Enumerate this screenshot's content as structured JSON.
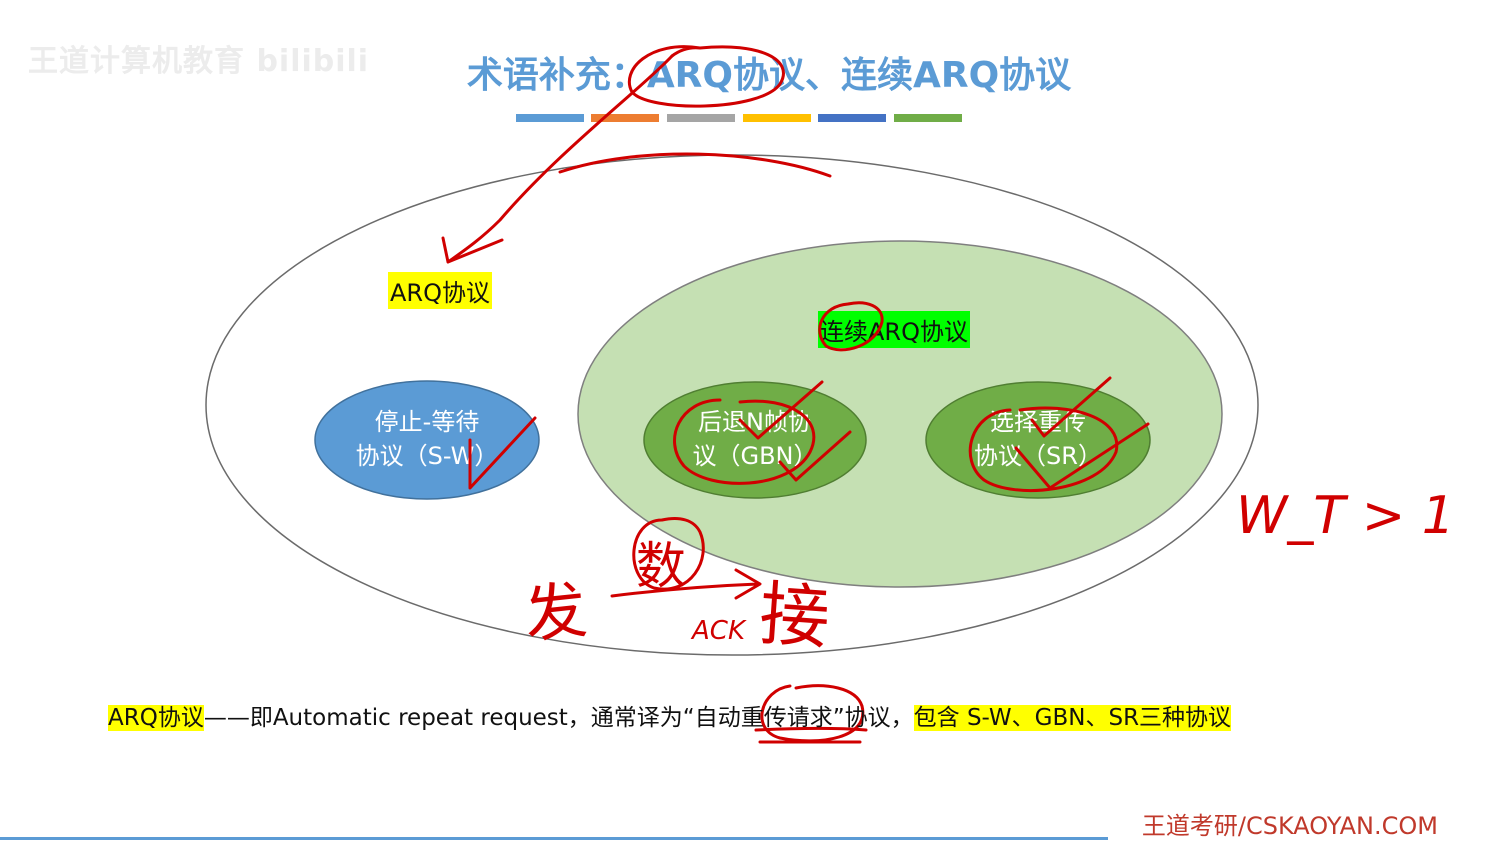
{
  "watermark": "王道计算机教育 bilibili",
  "title": "术语补充：ARQ协议、连续ARQ协议",
  "color_bars": [
    "#5b9bd5",
    "#ed7d31",
    "#a5a5a5",
    "#ffc000",
    "#4472c4",
    "#70ad47"
  ],
  "diagram": {
    "outer_label": "ARQ协议",
    "inner_label": "连续ARQ协议",
    "sw": {
      "line1": "停止-等待",
      "line2": "协议（S-W）"
    },
    "gbn": {
      "line1": "后退N帧协",
      "line2": "议（GBN）"
    },
    "sr": {
      "line1": "选择重传",
      "line2": "协议（SR）"
    },
    "colors": {
      "outer_fill": "#ffffff",
      "inner_fill": "#c5e0b3",
      "sw_fill": "#5b9bd5",
      "gbn_fill": "#70ad47",
      "label_highlight": "#ffff00",
      "inner_label_highlight": "#00ff00",
      "annotation": "#d00000"
    }
  },
  "handwriting": {
    "window_note": "W_T > 1",
    "send": "发",
    "data": "数",
    "ack": "ACK",
    "receive": "接"
  },
  "definition": {
    "term": "ARQ协议",
    "body": "——即Automatic repeat request，通常译为“自动重传请求”协议，",
    "includes": "包含 S-W、GBN、SR三种协议"
  },
  "footer": "王道考研/CSKAOYAN.COM"
}
